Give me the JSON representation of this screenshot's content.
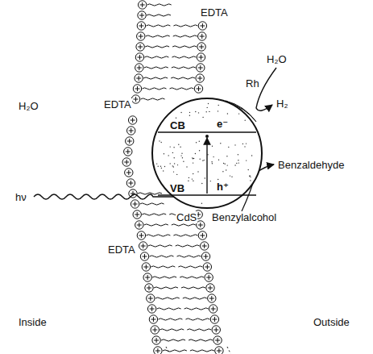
{
  "diagram": {
    "nodes": [
      {
        "text": [
          "CB",
          "e⁻",
          "VB",
          "h⁺"
        ]
      }
    ],
    "labels": [
      "H₂O",
      "EDTA",
      "EDTA",
      "EDTA",
      "Rh",
      "H₂O",
      "H₂",
      "hν",
      "Benzaldehyde",
      "CdS",
      "Benzylalcohol",
      "Inside",
      "Outside"
    ]
  }
}
